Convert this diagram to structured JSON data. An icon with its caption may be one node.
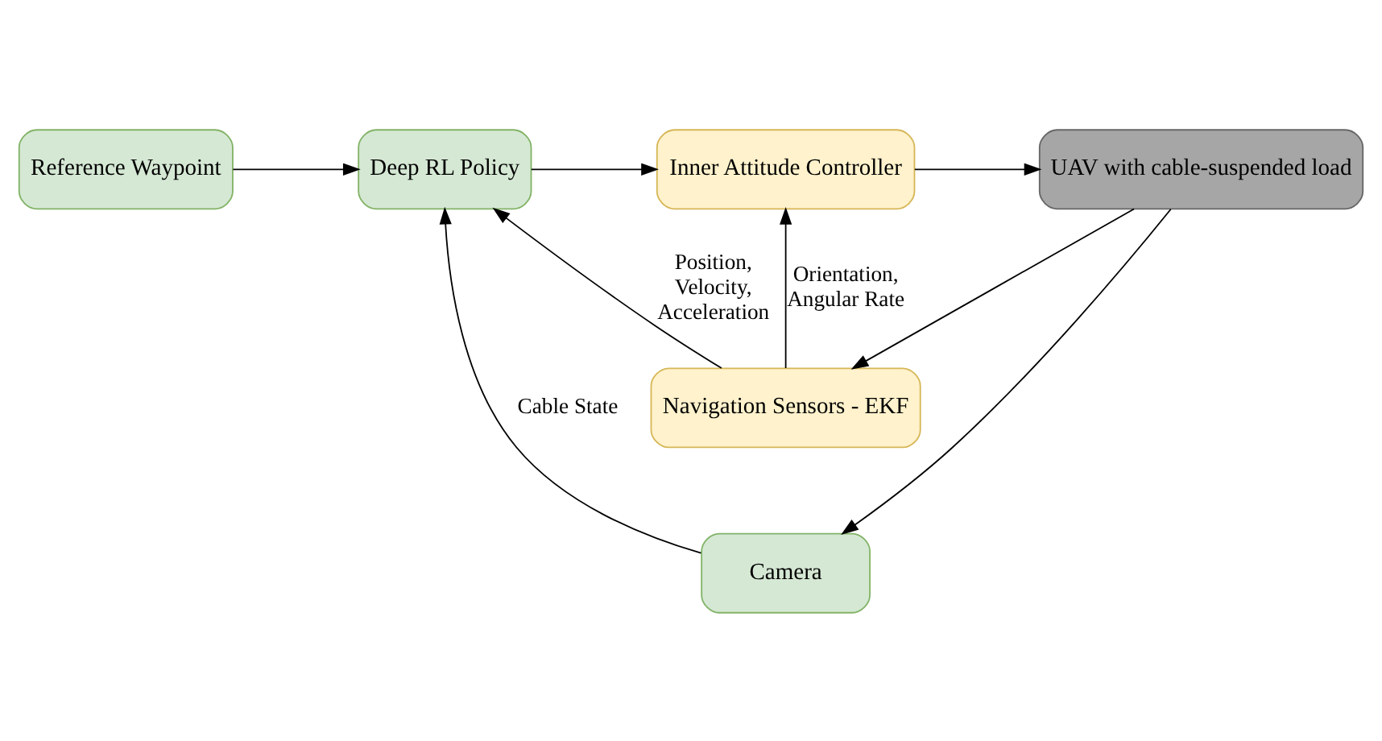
{
  "diagram": {
    "nodes": [
      {
        "text": [
          "Reference Waypoint"
        ]
      },
      {
        "text": [
          "Deep RL Policy"
        ]
      },
      {
        "text": [
          "Inner Attitude Controller"
        ]
      },
      {
        "text": [
          "UAV with cable-suspended load"
        ]
      },
      {
        "text": [
          "Navigation Sensors - EKF"
        ]
      },
      {
        "text": [
          "Camera"
        ]
      }
    ],
    "edges": [
      {
        "from": 0,
        "to": 1,
        "arrow": "to"
      },
      {
        "from": 1,
        "to": 2,
        "arrow": "to"
      },
      {
        "from": 2,
        "to": 3,
        "arrow": "to"
      },
      {
        "from": 3,
        "to": 4,
        "arrow": "to"
      },
      {
        "from": 3,
        "to": 5,
        "arrow": "to"
      },
      {
        "from": 4,
        "to": 1,
        "arrow": "to",
        "label": "Position, Velocity, Acceleration"
      },
      {
        "from": 4,
        "to": 2,
        "arrow": "to",
        "label": "Orientation, Angular Rate"
      },
      {
        "from": 5,
        "to": 1,
        "arrow": "to",
        "label": "Cable State"
      }
    ]
  }
}
